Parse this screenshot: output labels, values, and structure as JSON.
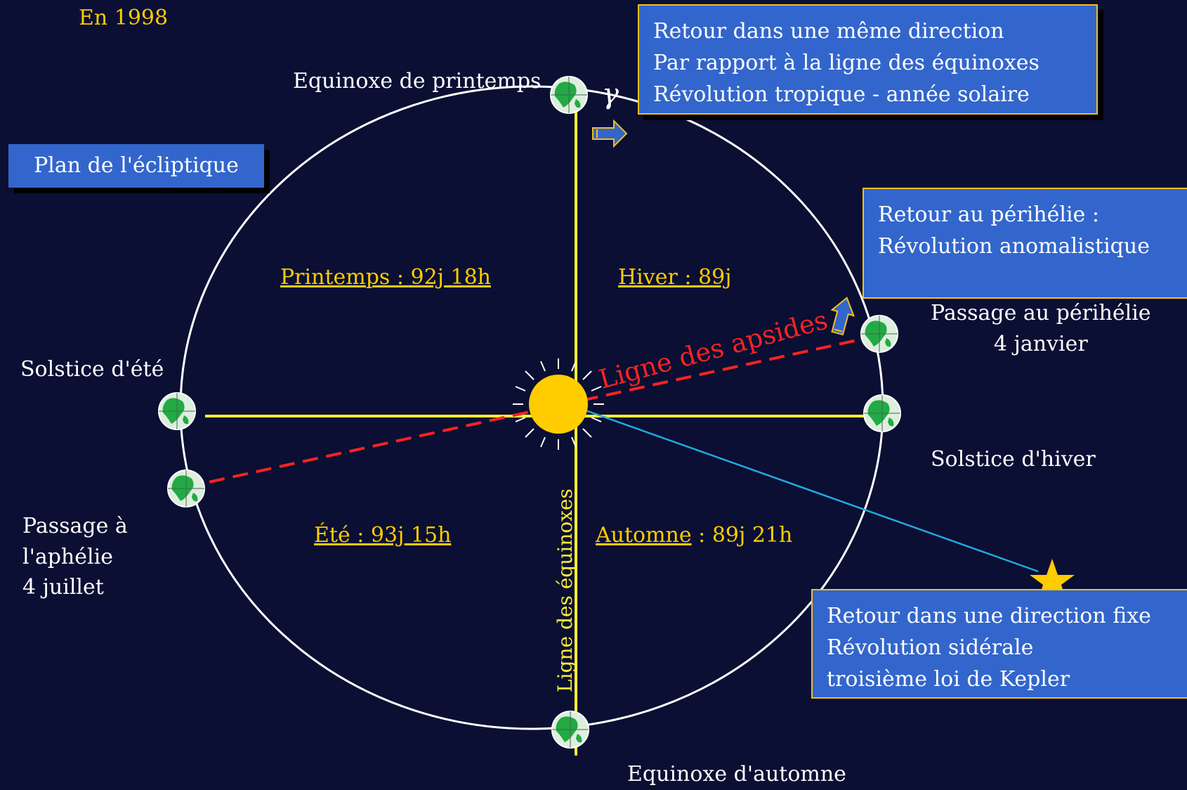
{
  "year": "En 1998",
  "ecliptic_plane": "Plan de l'écliptique",
  "gamma_symbol": "γ",
  "labels": {
    "spring_equinox": "Equinoxe de printemps",
    "autumn_equinox": "Equinoxe d'automne",
    "summer_solstice": "Solstice d'été",
    "winter_solstice": "Solstice d'hiver",
    "aphelion_line1": "Passage à",
    "aphelion_line2": "l'aphélie",
    "aphelion_line3": "4 juillet",
    "perihelion_line1": "Passage au périhélie",
    "perihelion_line2": "4 janvier",
    "apsides_line": "Ligne des apsides",
    "equinox_line": "Ligne des équinoxes"
  },
  "seasons": {
    "printemps": "Printemps : 92j 18h",
    "hiver": "Hiver : 89j",
    "ete": "Été : 93j 15h",
    "automne_name": "Automne",
    "automne_duration": " : 89j 21h"
  },
  "tropical_box": {
    "line1": "Retour dans une même direction",
    "line2": "Par rapport à la ligne des équinoxes",
    "line3": "Révolution tropique - année solaire"
  },
  "anomalistic_box": {
    "line1": "Retour au périhélie :",
    "line2": "Révolution anomalistique"
  },
  "sidereal_box": {
    "line1": "Retour dans une direction fixe",
    "line2": "Révolution sidérale",
    "line3": "troisième loi de Kepler"
  },
  "colors": {
    "background": "#0a0f33",
    "axis_yellow": "#ffee33",
    "apsides_red": "#ff2222",
    "box_blue": "#3366cc",
    "sun": "#ffcc00",
    "star": "#ffcc00",
    "sidereal_line": "#22aadd"
  }
}
